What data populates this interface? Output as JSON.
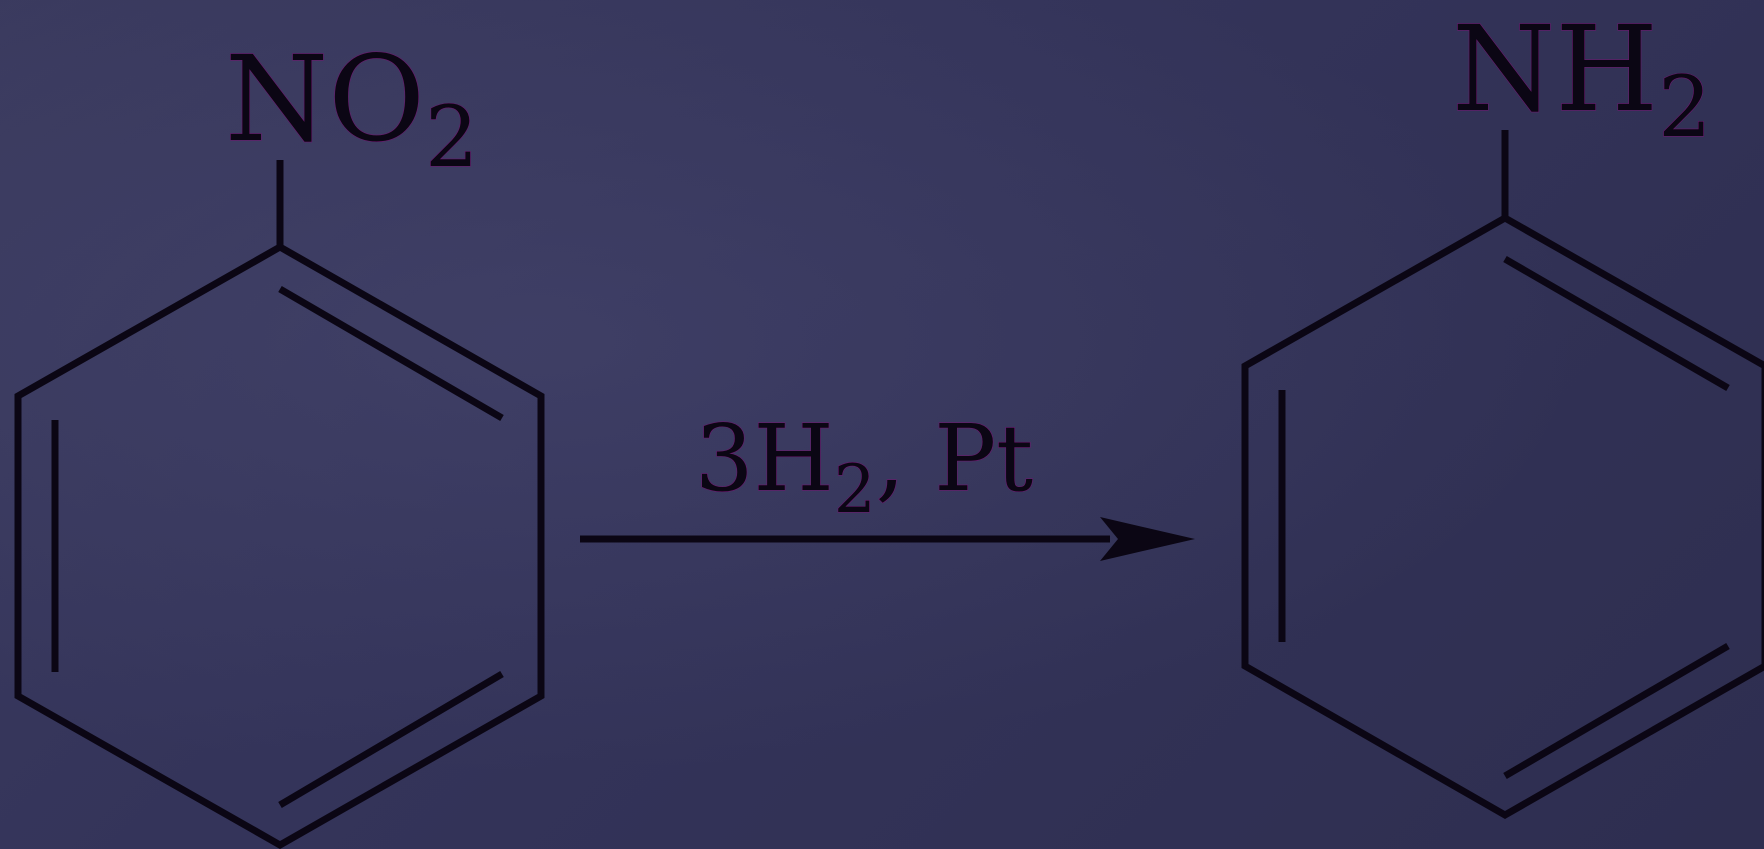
{
  "reaction": {
    "reactant": {
      "substituent": "NO",
      "substituent_subscript": "2"
    },
    "product": {
      "substituent": "NH",
      "substituent_subscript": "2"
    },
    "conditions": {
      "prefix": "3H",
      "subscript": "2",
      "suffix": ", Pt"
    }
  },
  "colors": {
    "background": "#333354",
    "ink": "#0b0614",
    "glyph_outline": "#6a1a6e"
  }
}
